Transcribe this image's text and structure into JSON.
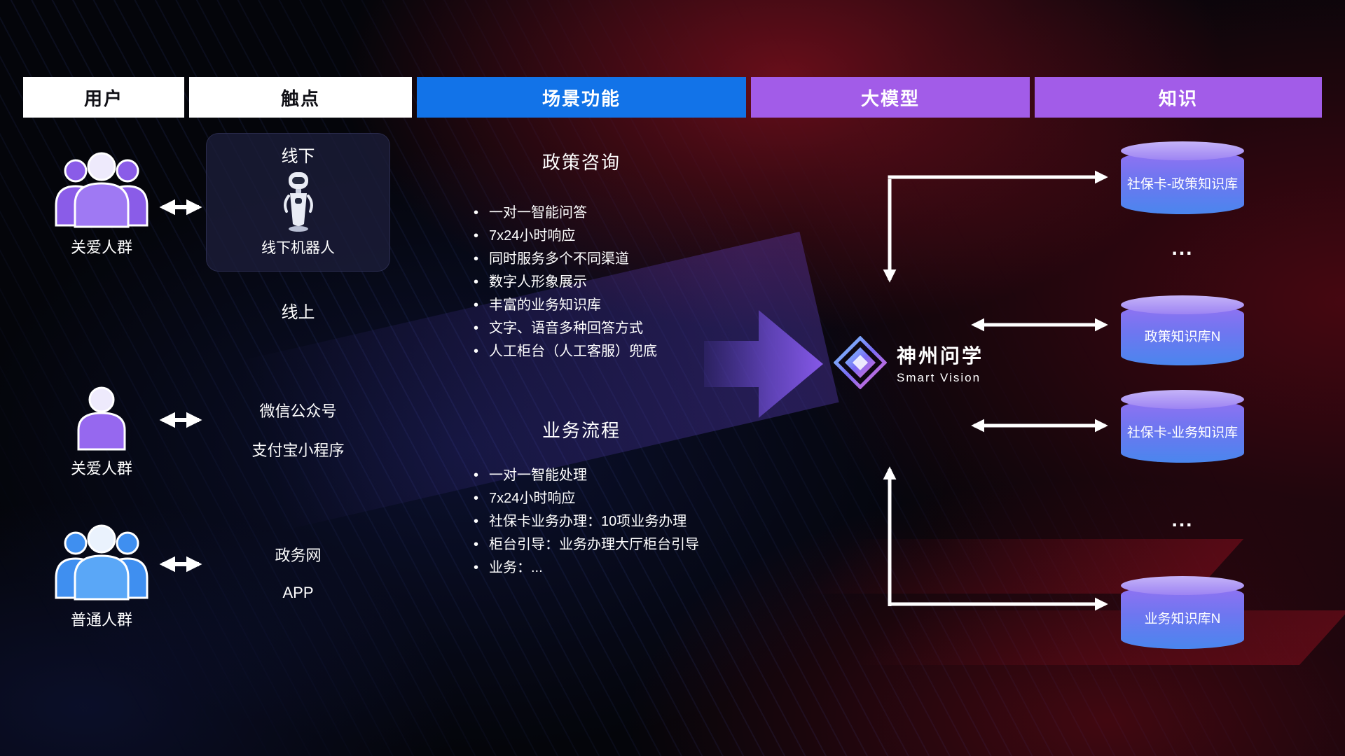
{
  "columns": [
    {
      "label": "用户"
    },
    {
      "label": "触点"
    },
    {
      "label": "场景功能"
    },
    {
      "label": "大模型"
    },
    {
      "label": "知识"
    }
  ],
  "users": [
    {
      "label": "关爱人群",
      "icon": "group-purple-icon"
    },
    {
      "label": "关爱人群",
      "icon": "person-purple-icon"
    },
    {
      "label": "普通人群",
      "icon": "group-blue-icon"
    }
  ],
  "touchpoints": {
    "offline": {
      "title": "线下",
      "device": "线下机器人"
    },
    "online_label": "线上",
    "channels": [
      "微信公众号",
      "支付宝小程序",
      "政务网",
      "APP"
    ]
  },
  "scenes": [
    {
      "title": "政策咨询",
      "bullets": [
        "一对一智能问答",
        "7x24小时响应",
        "同时服务多个不同渠道",
        "数字人形象展示",
        "丰富的业务知识库",
        "文字、语音多种回答方式",
        "人工柜台（人工客服）兜底"
      ]
    },
    {
      "title": "业务流程",
      "bullets": [
        "一对一智能处理",
        "7x24小时响应",
        "社保卡业务办理：10项业务办理",
        "柜台引导：业务办理大厅柜台引导",
        "业务：..."
      ]
    }
  ],
  "model": {
    "name": "神州问学",
    "subtitle": "Smart Vision"
  },
  "knowledge": {
    "databases": [
      "社保卡-政策知识库",
      "政策知识库N",
      "社保卡-业务知识库",
      "业务知识库N"
    ],
    "ellipsis": "..."
  },
  "colors": {
    "header_blue": "#1273e8",
    "header_purple": "#a25ce8",
    "cylinder_top": "#c5b3f8",
    "cylinder_body_top": "#9272f2",
    "cylinder_body_bottom": "#4a86ee",
    "flow_arrow_purple": "#8b5cf0",
    "user_purple": "#9668ef",
    "user_blue": "#4da0f5",
    "arrow_white": "#ffffff"
  }
}
